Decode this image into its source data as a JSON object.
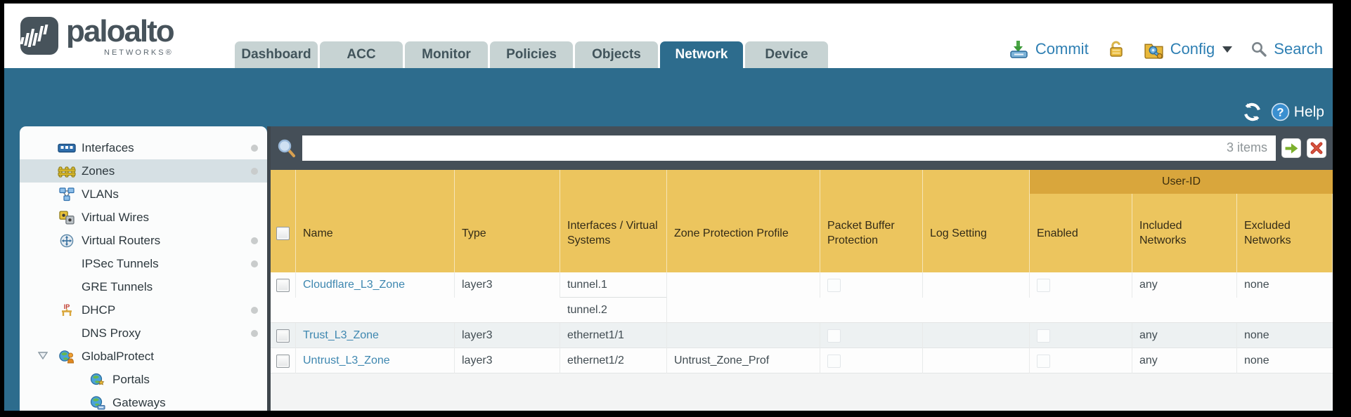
{
  "brand": {
    "word": "paloalto",
    "sub": "NETWORKS®",
    "mark_icon": "paloalto-logo-icon"
  },
  "nav": {
    "tabs": [
      {
        "label": "Dashboard",
        "active": false
      },
      {
        "label": "ACC",
        "active": false
      },
      {
        "label": "Monitor",
        "active": false
      },
      {
        "label": "Policies",
        "active": false
      },
      {
        "label": "Objects",
        "active": false
      },
      {
        "label": "Network",
        "active": true
      },
      {
        "label": "Device",
        "active": false
      }
    ]
  },
  "top_actions": {
    "commit_label": "Commit",
    "config_label": "Config",
    "search_label": "Search",
    "icons": [
      "commit-icon",
      "lock-icon",
      "config-icon",
      "caret-down-icon",
      "search-icon"
    ]
  },
  "band": {
    "help_label": "Help",
    "icons": [
      "refresh-icon",
      "help-icon"
    ]
  },
  "toolbar": {
    "search_value": "",
    "search_placeholder": "",
    "items_count": "3 items",
    "icons": [
      "filter-search-icon",
      "apply-filter-arrow-icon",
      "clear-filter-x-icon"
    ]
  },
  "sidebar": {
    "items": [
      {
        "label": "Interfaces",
        "icon": "interfaces-icon",
        "selected": false,
        "dot": true,
        "child": false,
        "expanded": false
      },
      {
        "label": "Zones",
        "icon": "zones-icon",
        "selected": true,
        "dot": true,
        "child": false,
        "expanded": false
      },
      {
        "label": "VLANs",
        "icon": "vlans-icon",
        "selected": false,
        "dot": false,
        "child": false,
        "expanded": false
      },
      {
        "label": "Virtual Wires",
        "icon": "virtual-wires-icon",
        "selected": false,
        "dot": false,
        "child": false,
        "expanded": false
      },
      {
        "label": "Virtual Routers",
        "icon": "virtual-routers-icon",
        "selected": false,
        "dot": true,
        "child": false,
        "expanded": false
      },
      {
        "label": "IPSec Tunnels",
        "icon": "ipsec-tunnels-icon",
        "selected": false,
        "dot": true,
        "child": false,
        "expanded": false
      },
      {
        "label": "GRE Tunnels",
        "icon": "gre-tunnels-icon",
        "selected": false,
        "dot": false,
        "child": false,
        "expanded": false
      },
      {
        "label": "DHCP",
        "icon": "dhcp-icon",
        "selected": false,
        "dot": true,
        "child": false,
        "expanded": false
      },
      {
        "label": "DNS Proxy",
        "icon": "dns-proxy-icon",
        "selected": false,
        "dot": true,
        "child": false,
        "expanded": false
      },
      {
        "label": "GlobalProtect",
        "icon": "globalprotect-icon",
        "selected": false,
        "dot": false,
        "child": false,
        "expanded": true
      },
      {
        "label": "Portals",
        "icon": "portals-icon",
        "selected": false,
        "dot": false,
        "child": true,
        "expanded": false
      },
      {
        "label": "Gateways",
        "icon": "gateways-icon",
        "selected": false,
        "dot": false,
        "child": true,
        "expanded": false
      }
    ]
  },
  "table": {
    "group_header": "User-ID",
    "columns": [
      "",
      "Name",
      "Type",
      "Interfaces / Virtual Systems",
      "Zone Protection Profile",
      "Packet Buffer Protection",
      "Log Setting",
      "Enabled",
      "Included Networks",
      "Excluded Networks"
    ],
    "rows": [
      {
        "name": "Cloudflare_L3_Zone",
        "type": "layer3",
        "interfaces": [
          "tunnel.1",
          "tunnel.2"
        ],
        "zone_protection_profile": "",
        "packet_buffer_protection_checked": false,
        "log_setting": "",
        "enabled_checked": false,
        "included_networks": "any",
        "excluded_networks": "none"
      },
      {
        "name": "Trust_L3_Zone",
        "type": "layer3",
        "interfaces": [
          "ethernet1/1"
        ],
        "zone_protection_profile": "",
        "packet_buffer_protection_checked": false,
        "log_setting": "",
        "enabled_checked": false,
        "included_networks": "any",
        "excluded_networks": "none"
      },
      {
        "name": "Untrust_L3_Zone",
        "type": "layer3",
        "interfaces": [
          "ethernet1/2"
        ],
        "zone_protection_profile": "Untrust_Zone_Prof",
        "packet_buffer_protection_checked": false,
        "log_setting": "",
        "enabled_checked": false,
        "included_networks": "any",
        "excluded_networks": "none"
      }
    ]
  },
  "colors": {
    "teal_band": "#2d6c8d",
    "toolbar_charcoal": "#454f58",
    "header_gold": "#ecc55e",
    "user_id_band_gold": "#d9a63c",
    "link_blue": "#3e87b0",
    "action_text_blue": "#2e7fb3",
    "tab_inactive": "#c7d3d3",
    "selected_sidebar_row": "#d6e0e4"
  }
}
